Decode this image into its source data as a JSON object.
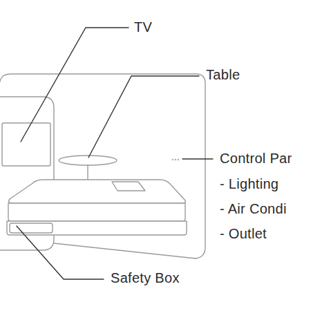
{
  "diagram": {
    "labels": [
      "TV",
      "Table",
      "Control Par",
      "- Lighting",
      "- Air Condi",
      "- Outlet",
      "Safety Box"
    ]
  }
}
